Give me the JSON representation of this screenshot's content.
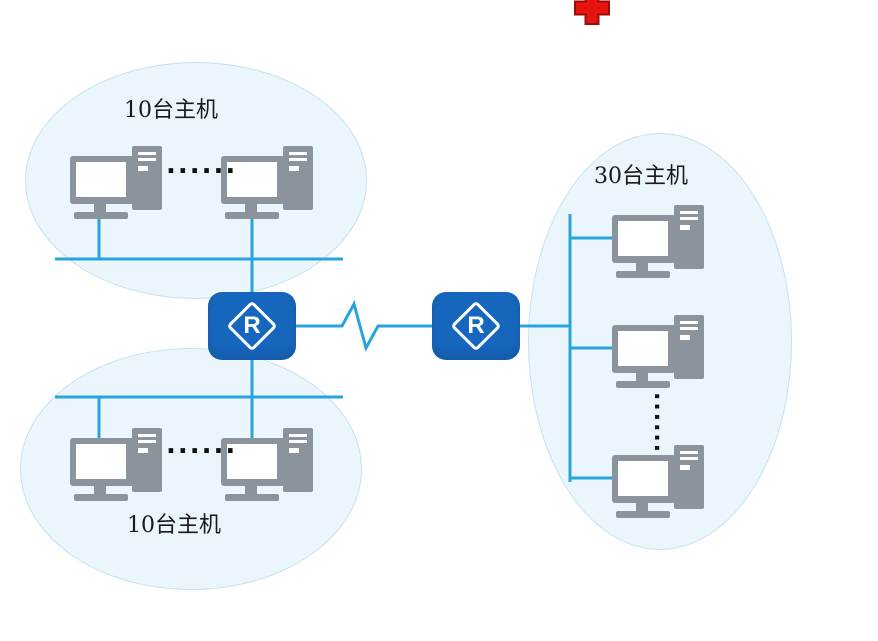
{
  "diagram": {
    "groups": [
      {
        "id": "lan-top",
        "label": "10台主机"
      },
      {
        "id": "lan-bottom",
        "label": "10台主机"
      },
      {
        "id": "lan-right",
        "label": "30台主机"
      }
    ],
    "routers": [
      {
        "label": "R"
      },
      {
        "label": "R"
      }
    ],
    "ellipsis_horizontal": "......",
    "ellipsis_vertical": "......",
    "colors": {
      "link": "#29a3dc",
      "router": "#1766be",
      "group_fill": "#eaf6fb",
      "group_border": "#c2e3ef",
      "device": "#8b949c",
      "marker_red": "#e51410"
    }
  }
}
